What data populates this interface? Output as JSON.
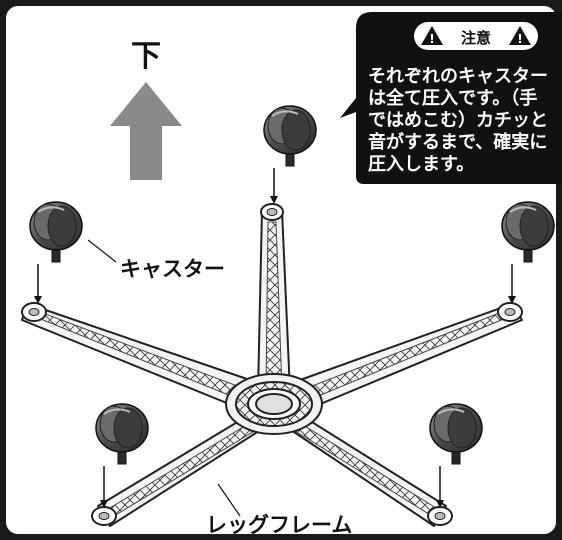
{
  "direction_label": "下",
  "caution": {
    "title": "注意",
    "lines": [
      "それぞれのキャスター",
      "は全て圧入です。（手",
      "ではめこむ）カチッと",
      "音がするまで、確実に",
      "圧入します。"
    ]
  },
  "labels": {
    "caster": "キャスター",
    "leg_frame": "レッグフレーム"
  },
  "colors": {
    "frame_border": "#1a1a1a",
    "background": "#ffffff",
    "arrow": "#8a8a8a",
    "caution_box": "#111111",
    "caster_dark": "#3a3a3a",
    "caster_light": "#8c8c8c"
  }
}
